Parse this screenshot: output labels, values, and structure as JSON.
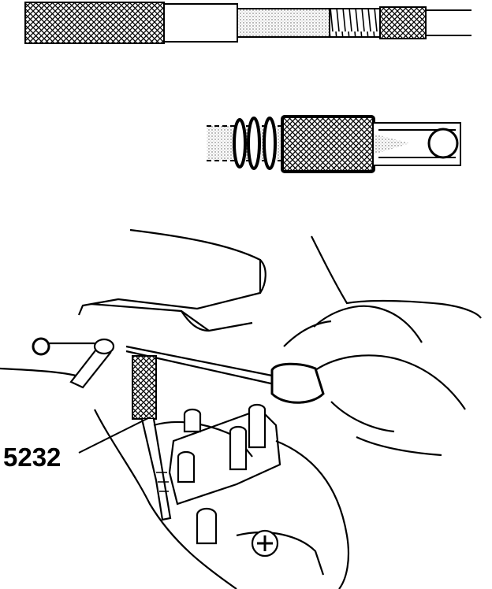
{
  "callout": {
    "label": "5232"
  },
  "colors": {
    "ink": "#000000",
    "paper": "#ffffff",
    "stipple": "#d9d9d9"
  },
  "icons": {
    "tool_top": "knurled-pin-tool",
    "tool_detail": "knurled-sleeve-with-ball",
    "hand": "hand-with-screwdriver"
  }
}
